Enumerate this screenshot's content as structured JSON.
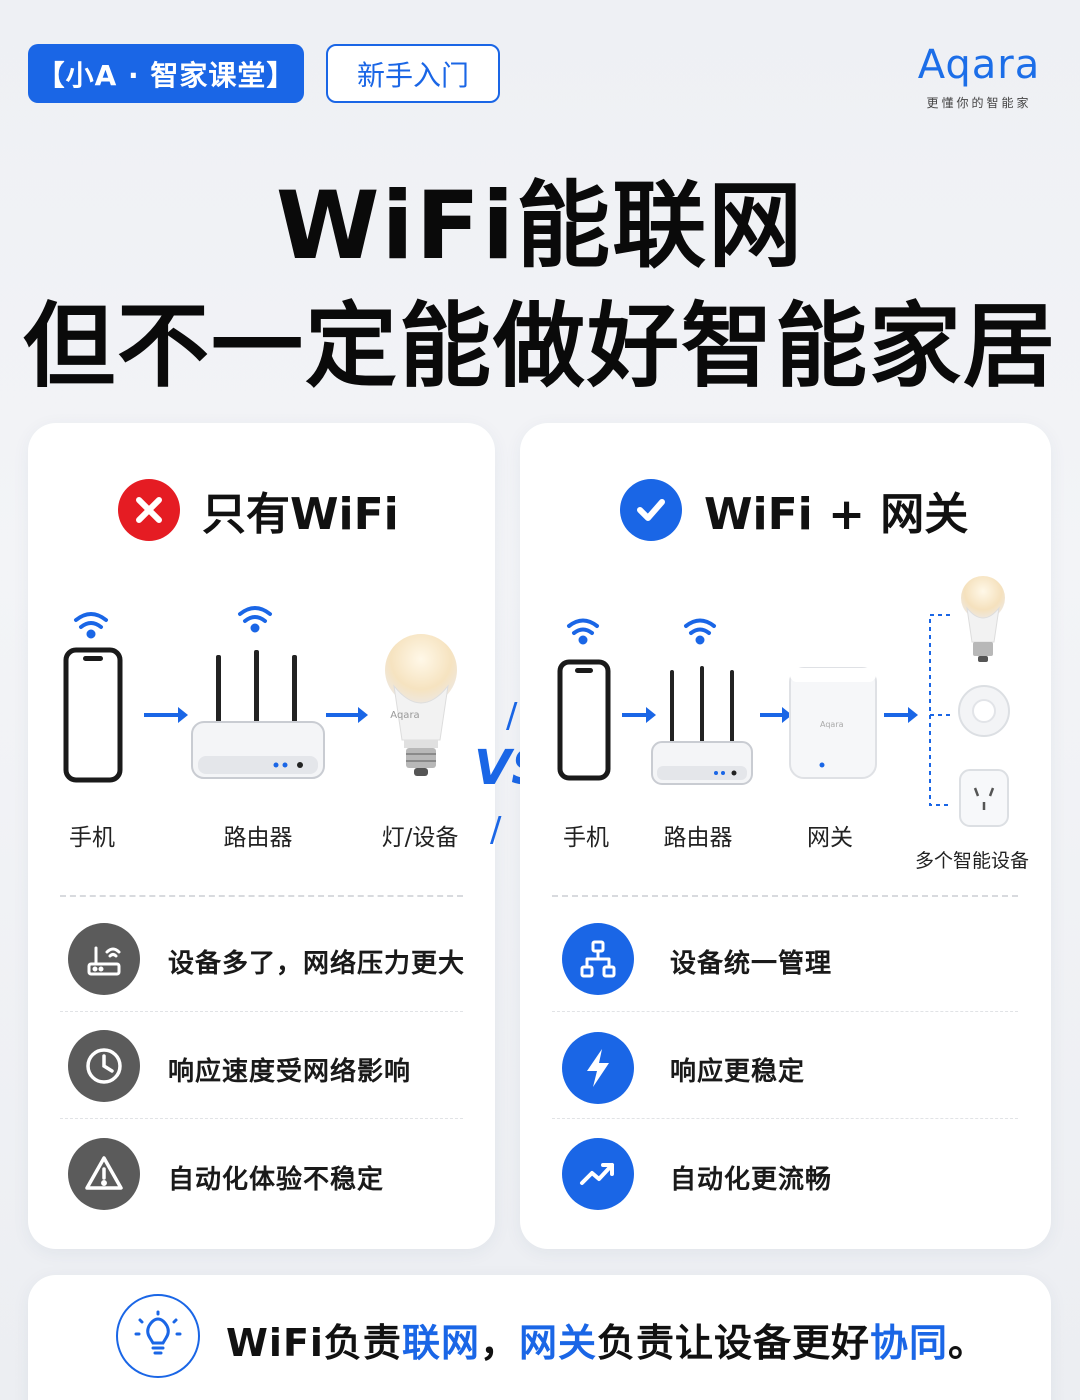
{
  "header": {
    "tag_primary": "【小A · 智家课堂】",
    "tag_outline": "新手入门",
    "brand": "Aqara",
    "slogan": "更懂你的智能家"
  },
  "headline": {
    "line1": "WiFi能联网",
    "line2": "但不一定能做好智能家居"
  },
  "left_card": {
    "title": "只有WiFi",
    "devices": [
      "手机",
      "路由器",
      "灯/设备"
    ],
    "bulb_brand": "Aqara",
    "features": [
      "设备多了，网络压力更大",
      "响应速度受网络影响",
      "自动化体验不稳定"
    ]
  },
  "vs": "VS",
  "right_card": {
    "title": "WiFi + 网关",
    "devices": [
      "手机",
      "路由器",
      "网关"
    ],
    "multi_label": "多个智能设备",
    "hub_brand": "Aqara",
    "features": [
      "设备统一管理",
      "响应更稳定",
      "自动化更流畅"
    ]
  },
  "summary": {
    "part1": "WiFi负责",
    "hl1": "联网",
    "part2": "，",
    "hl2": "网关",
    "part3": "负责让设备更好",
    "hl3": "协同",
    "part4": "。"
  },
  "colors": {
    "accent": "#1a66e6",
    "danger": "#e51c23",
    "neutral_icon": "#5b5b5b"
  }
}
